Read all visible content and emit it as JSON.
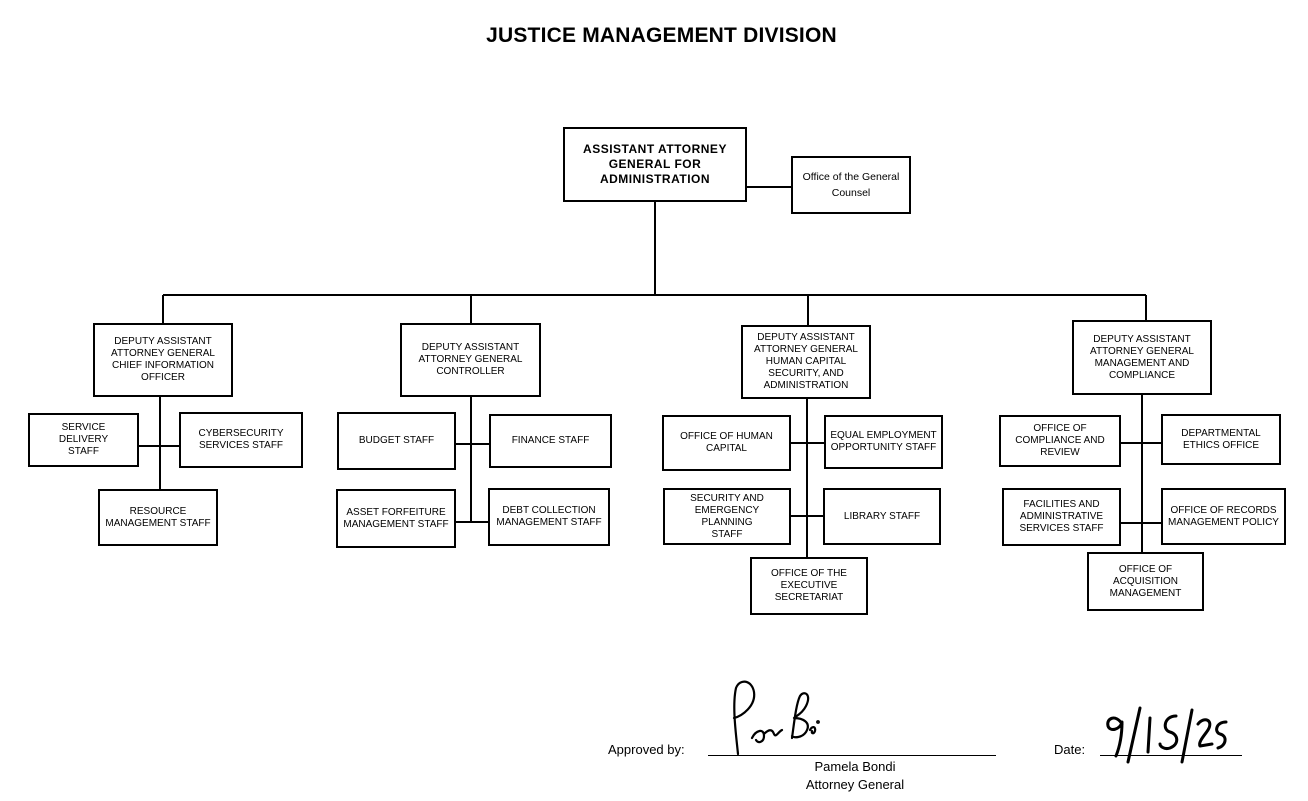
{
  "title": "JUSTICE MANAGEMENT DIVISION",
  "top": {
    "name": "ASSISTANT ATTORNEY GENERAL FOR ADMINISTRATION",
    "counsel": "Office of the General Counsel"
  },
  "deputies": [
    {
      "title": "DEPUTY ASSISTANT ATTORNEY GENERAL CHIEF INFORMATION OFFICER",
      "units": [
        "SERVICE DELIVERY STAFF",
        "CYBERSECURITY SERVICES STAFF",
        "RESOURCE MANAGEMENT STAFF"
      ]
    },
    {
      "title": "DEPUTY ASSISTANT ATTORNEY GENERAL CONTROLLER",
      "units": [
        "BUDGET STAFF",
        "FINANCE STAFF",
        "ASSET FORFEITURE MANAGEMENT STAFF",
        "DEBT COLLECTION MANAGEMENT STAFF"
      ]
    },
    {
      "title": "DEPUTY ASSISTANT ATTORNEY GENERAL HUMAN CAPITAL SECURITY, AND ADMINISTRATION",
      "units": [
        "OFFICE OF HUMAN CAPITAL",
        "EQUAL EMPLOYMENT OPPORTUNITY STAFF",
        "SECURITY AND EMERGENCY PLANNING STAFF",
        "LIBRARY STAFF",
        "OFFICE OF THE EXECUTIVE SECRETARIAT"
      ]
    },
    {
      "title": "DEPUTY ASSISTANT ATTORNEY GENERAL MANAGEMENT AND COMPLIANCE",
      "units": [
        "OFFICE OF COMPLIANCE AND REVIEW",
        "DEPARTMENTAL ETHICS OFFICE",
        "FACILITIES AND ADMINISTRATIVE SERVICES STAFF",
        "OFFICE OF RECORDS MANAGEMENT POLICY",
        "OFFICE OF ACQUISITION MANAGEMENT"
      ]
    }
  ],
  "approval": {
    "approved_label": "Approved by:",
    "signer_name": "Pamela Bondi",
    "signer_title": "Attorney General",
    "date_label": "Date:",
    "date_value": "9/15/25"
  }
}
